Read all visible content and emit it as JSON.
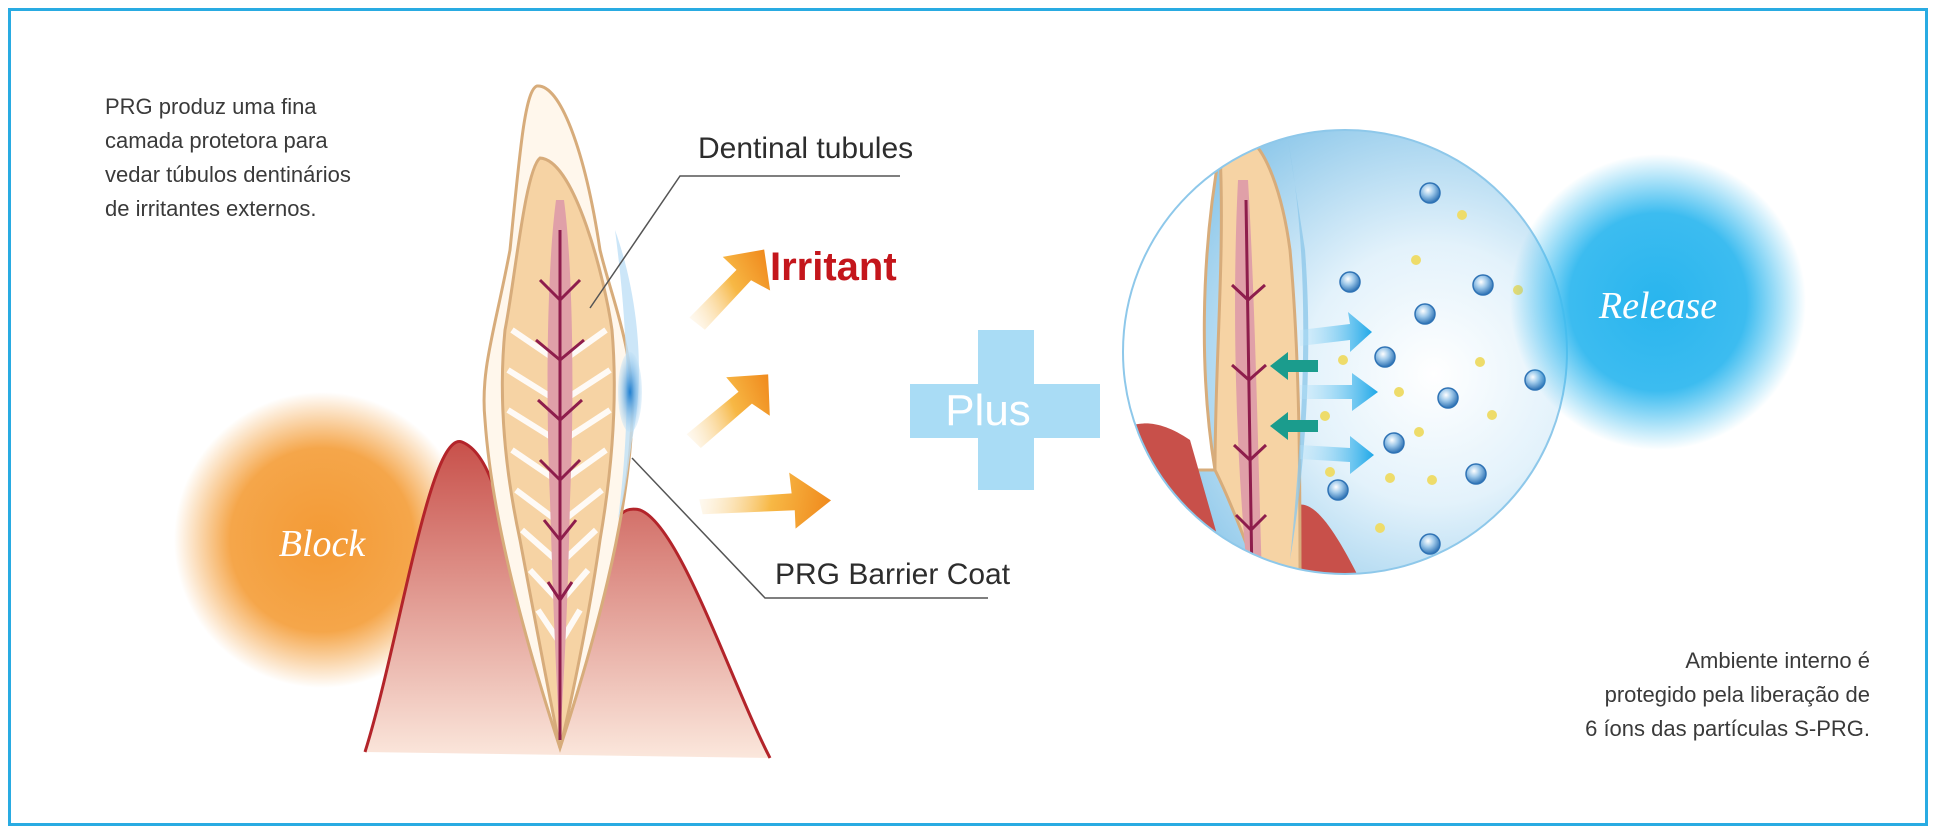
{
  "captions": {
    "left": [
      "PRG produz uma fina",
      "camada protetora para",
      "vedar túbulos dentinários",
      "de irritantes externos."
    ],
    "right": [
      "Ambiente interno é",
      "protegido pela liberação de",
      "6 íons das partículas S-PRG."
    ]
  },
  "labels": {
    "dentinal_tubules": "Dentinal tubules",
    "irritant": "Irritant",
    "prg_barrier_coat": "PRG Barrier Coat",
    "plus": "Plus",
    "block": "Block",
    "release": "Release"
  },
  "colors": {
    "frame_border": "#29abe2",
    "irritant_text": "#c4161c",
    "block_glow": "#f39a35",
    "release_glow": "#29b5ee",
    "plus_sign": "#a9dcf5",
    "gum": "#c8504a",
    "dentin": "#f6d3a4",
    "pulp": "#e0a0a8",
    "nerve": "#8e1d4c",
    "arrow_orange": "#f39a25",
    "ion_blue": "#3a88c8",
    "ion_yellow": "#eedc6a"
  }
}
